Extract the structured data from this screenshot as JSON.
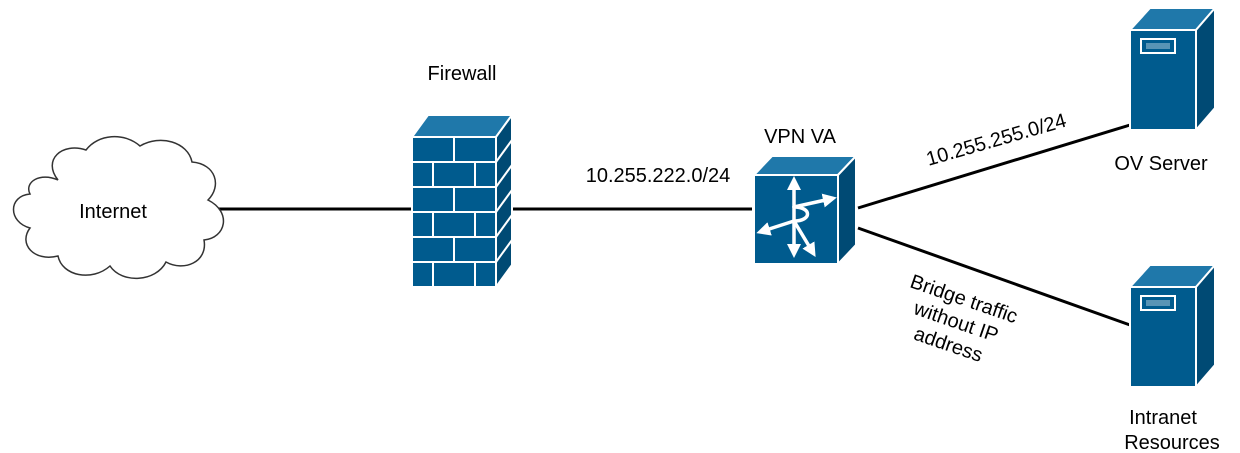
{
  "nodes": {
    "internet": {
      "label": "Internet"
    },
    "firewall": {
      "label": "Firewall"
    },
    "vpn": {
      "label": "VPN VA"
    },
    "ov_server": {
      "label": "OV Server"
    },
    "intranet": {
      "label_line1": "Intranet",
      "label_line2": "Resources"
    }
  },
  "links": {
    "firewall_vpn": {
      "label": "10.255.222.0/24"
    },
    "vpn_ov": {
      "label": "10.255.255.0/24"
    },
    "vpn_intranet": {
      "line1": "Bridge traffic",
      "line2": "without IP",
      "line3": "address"
    }
  },
  "colors": {
    "device": "#005b8e",
    "device_dark": "#004a74",
    "device_light": "#1f78aa",
    "line": "#000000",
    "cloud_stroke": "#333333"
  },
  "icons": {
    "internet": "cloud-icon",
    "firewall": "firewall-icon",
    "vpn": "router-icon",
    "ov_server": "server-icon",
    "intranet": "server-icon"
  }
}
